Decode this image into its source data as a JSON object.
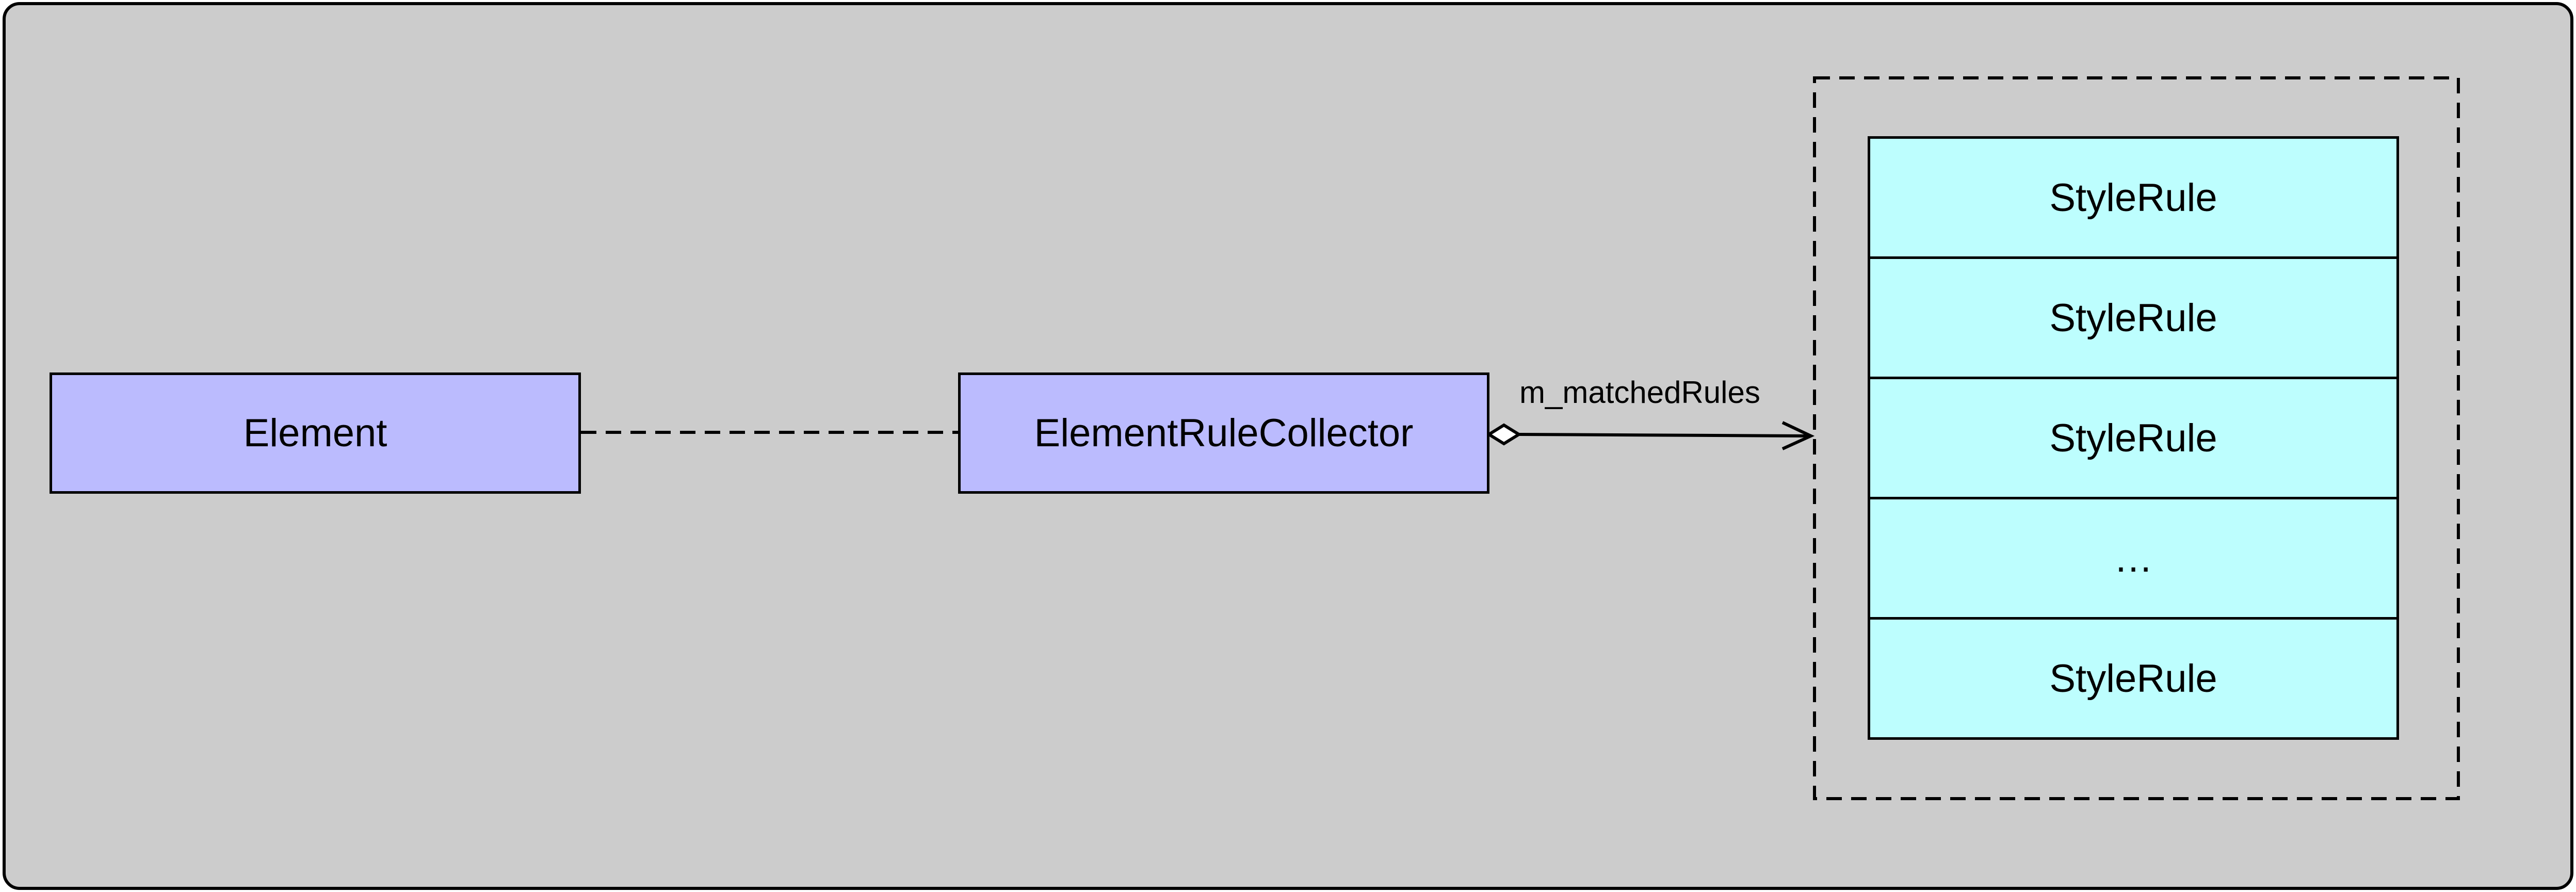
{
  "diagram": {
    "nodes": {
      "element": {
        "label": "Element"
      },
      "collector": {
        "label": "ElementRuleCollector"
      }
    },
    "edge_label": "m_matchedRules",
    "rule_list": [
      "StyleRule",
      "StyleRule",
      "StyleRule",
      "…",
      "StyleRule"
    ]
  },
  "colors": {
    "background_panel": "#cccccc",
    "class_box": "#bbbbfe",
    "rule_cell": "#bdfefe",
    "stroke": "#000000"
  }
}
